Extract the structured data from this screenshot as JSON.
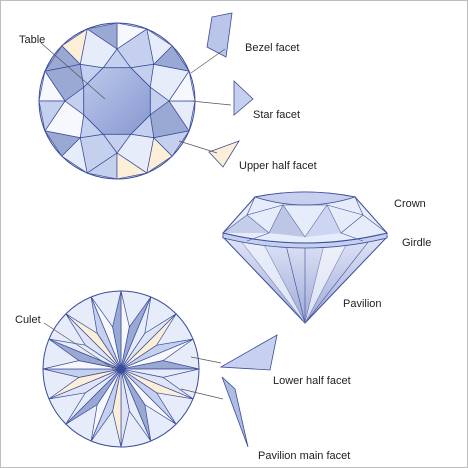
{
  "labels": {
    "table": "Table",
    "bezel_facet": "Bezel facet",
    "star_facet": "Star facet",
    "upper_half_facet": "Upper half facet",
    "crown": "Crown",
    "girdle": "Girdle",
    "pavilion": "Pavilion",
    "culet": "Culet",
    "lower_half_facet": "Lower half facet",
    "pavilion_main_facet": "Pavilion main facet"
  },
  "colors": {
    "outline": "#3b4c9a",
    "facet_dark": "#9aa8d4",
    "facet_mid": "#c5d0ee",
    "facet_light": "#e7ecfa",
    "facet_white": "#f7f8fd",
    "facet_warm": "#fbefd8",
    "leader": "#555555"
  }
}
